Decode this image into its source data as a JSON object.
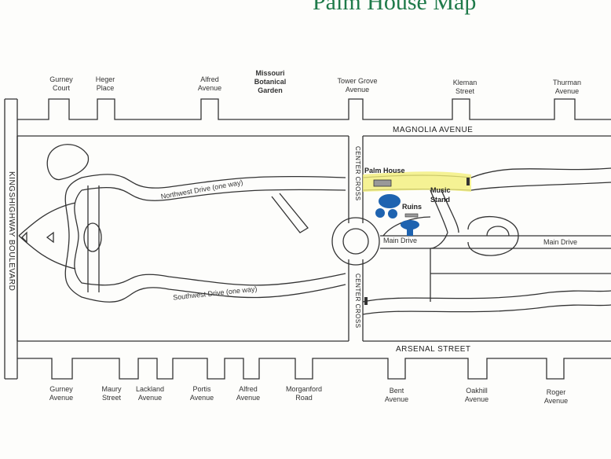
{
  "title": "Palm House Map",
  "colors": {
    "title": "#1f7a4a",
    "highlight": "#f3ef7a",
    "pond": "#1e63b0",
    "line": "#333333"
  },
  "streets": {
    "north": "MAGNOLIA AVENUE",
    "south": "ARSENAL STREET",
    "west": "KINGSHIGHWAY BOULEVARD",
    "center_top": "CENTER CROSS",
    "center_bottom": "CENTER CROSS"
  },
  "north_labels": [
    {
      "name": "Gurney Court"
    },
    {
      "name": "Heger Place"
    },
    {
      "name": "Alfred Avenue"
    },
    {
      "name": "Missouri Botanical Garden"
    },
    {
      "name": "Tower Grove Avenue"
    },
    {
      "name": "Kleman Street"
    },
    {
      "name": "Thurman Avenue"
    }
  ],
  "south_labels": [
    {
      "name": "Gurney Avenue"
    },
    {
      "name": "Maury Street"
    },
    {
      "name": "Lackland Avenue"
    },
    {
      "name": "Portis Avenue"
    },
    {
      "name": "Alfred Avenue"
    },
    {
      "name": "Morganford Road"
    },
    {
      "name": "Bent Avenue"
    },
    {
      "name": "Oakhill Avenue"
    },
    {
      "name": "Roger Avenue"
    }
  ],
  "drives": {
    "northwest": "Northwest Drive (one way)",
    "southwest": "Southwest Drive (one way)",
    "main_left": "Main Drive",
    "main_right": "Main Drive"
  },
  "pois": {
    "palm_house": "Palm House",
    "music_stand": "Music Stand",
    "ruins": "Ruins"
  }
}
